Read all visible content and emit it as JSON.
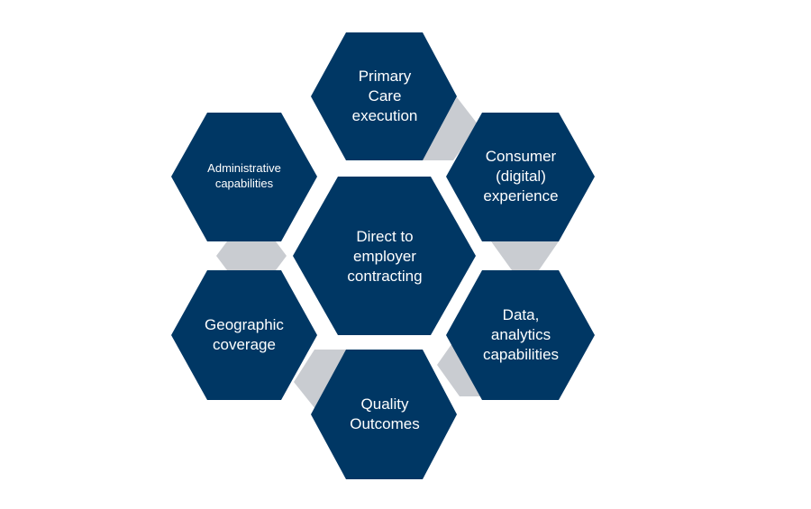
{
  "colors": {
    "hexagon_fill": "#003764",
    "connector_fill": "#c9ccd1",
    "text": "#ffffff",
    "background": "#ffffff"
  },
  "diagram": {
    "center": {
      "label": "Direct to\nemployer\ncontracting"
    },
    "nodes": [
      {
        "id": "primary-care",
        "label": "Primary\nCare\nexecution"
      },
      {
        "id": "consumer",
        "label": "Consumer\n(digital)\nexperience"
      },
      {
        "id": "data",
        "label": "Data,\nanalytics\ncapabilities"
      },
      {
        "id": "quality",
        "label": "Quality\nOutcomes"
      },
      {
        "id": "geographic",
        "label": "Geographic\ncoverage"
      },
      {
        "id": "administrative",
        "label": "Administrative\ncapabilities"
      }
    ]
  }
}
